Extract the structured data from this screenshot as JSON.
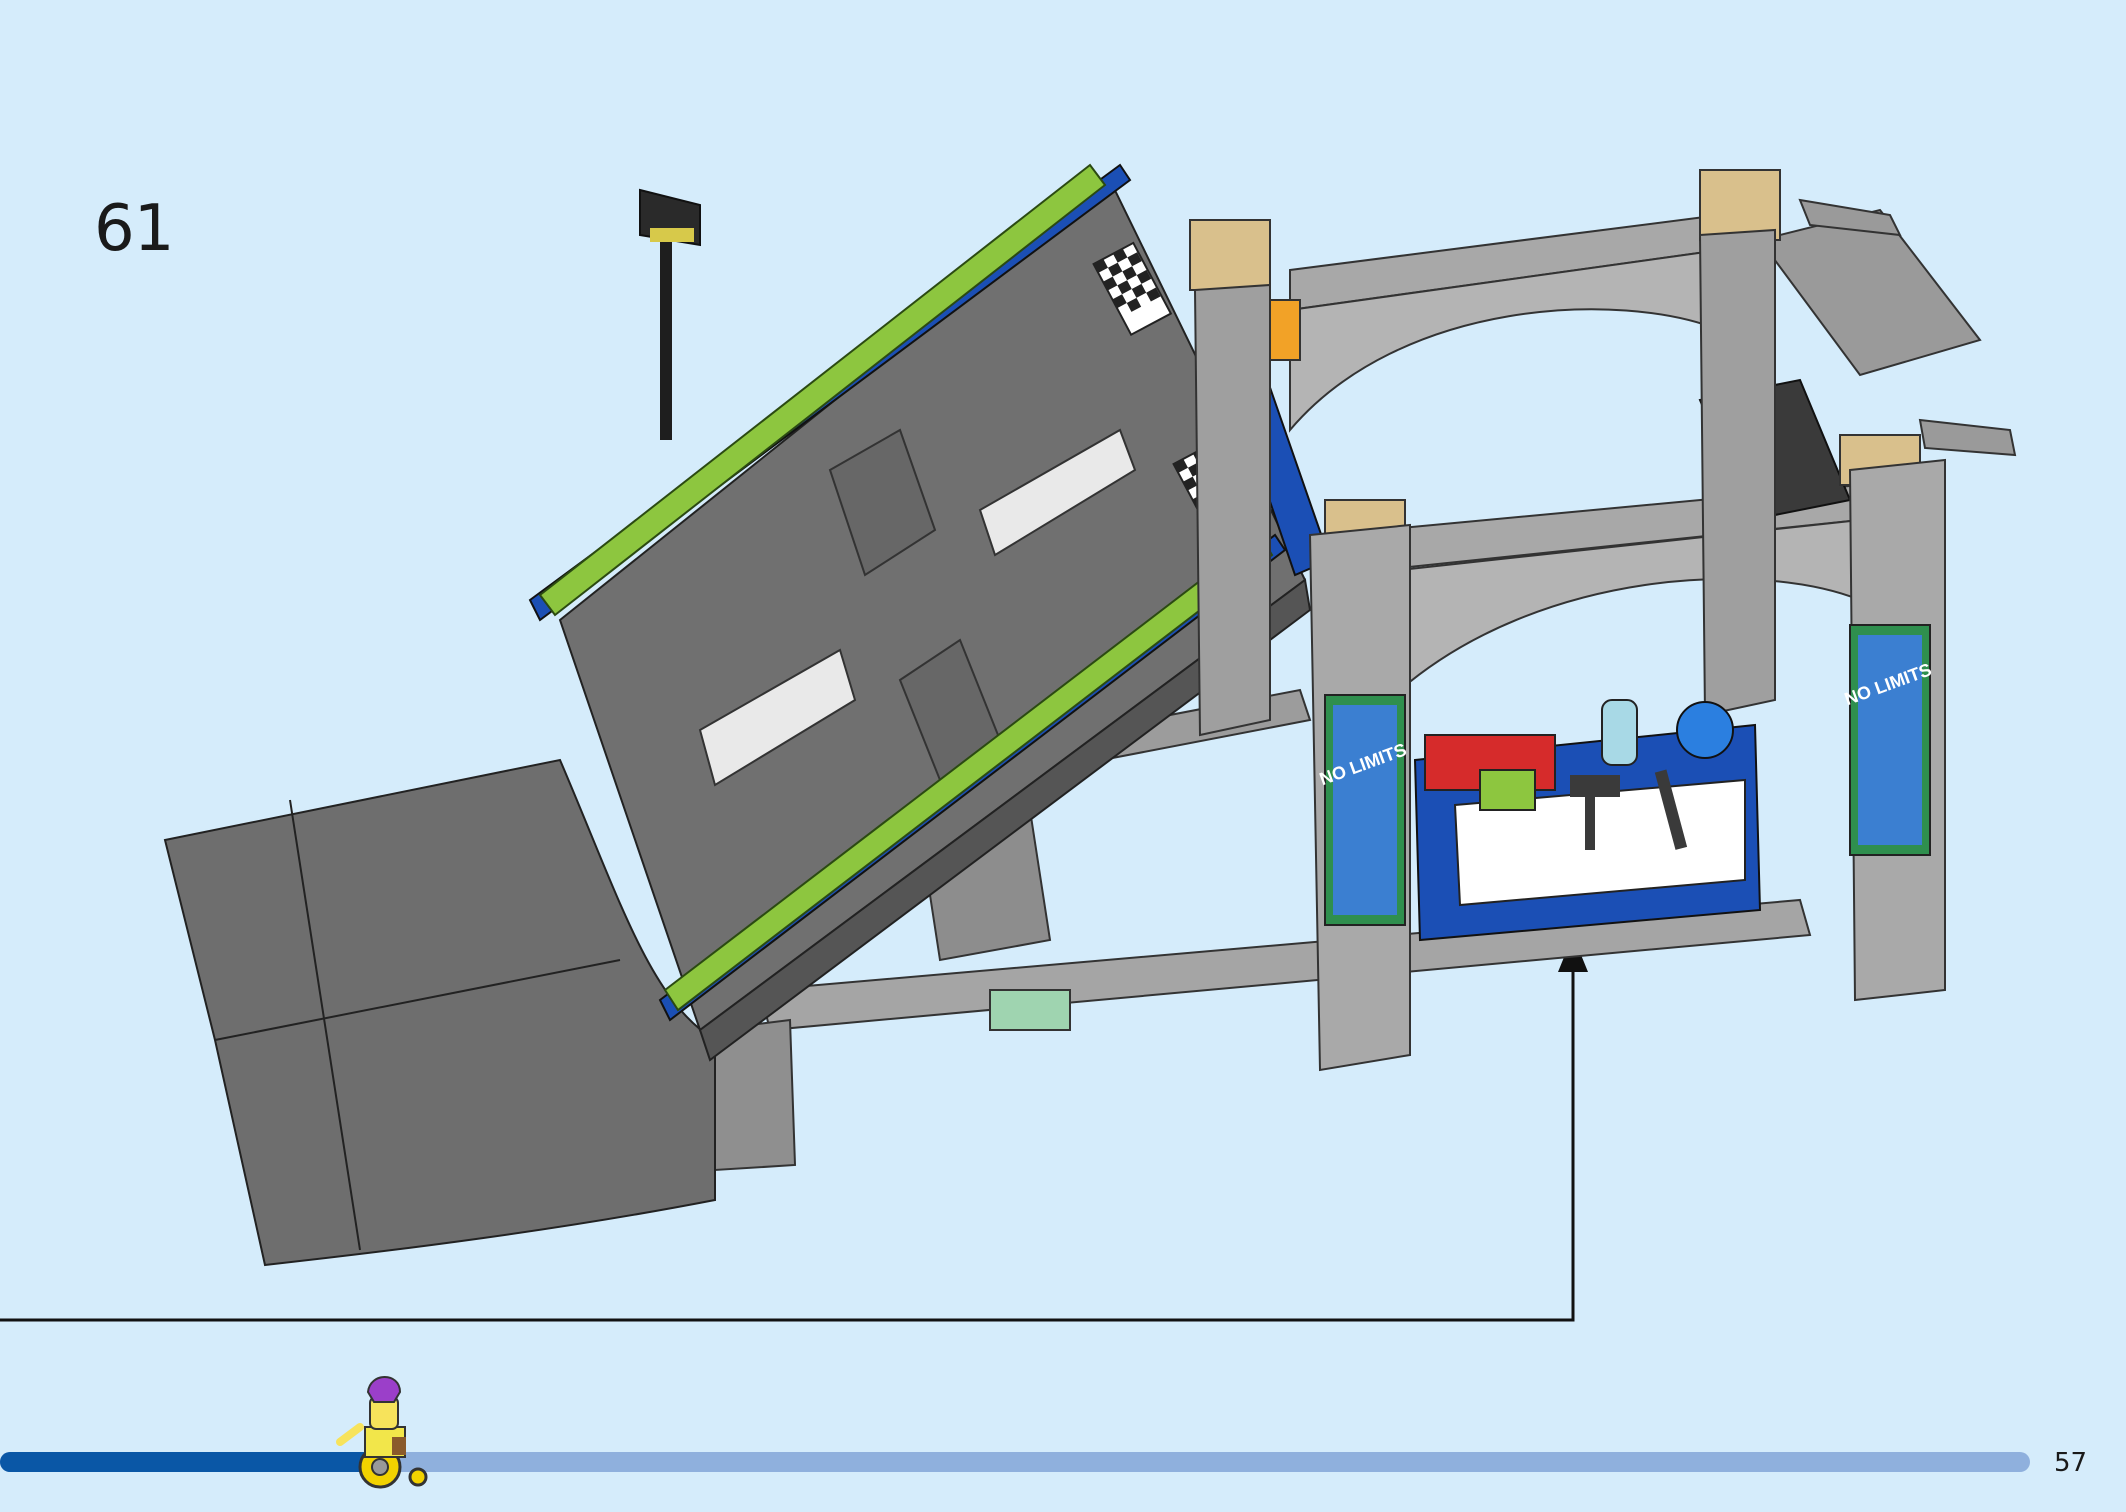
{
  "step": {
    "number": "61"
  },
  "page": {
    "number": "57"
  },
  "progress": {
    "fraction": 0.19
  },
  "colors": {
    "background": "#d5ecfb",
    "progress_fill": "#0a57a6",
    "progress_track": "#8fb0dd",
    "ramp_dark_gray": "#6b6b6b",
    "light_gray": "#a9a9a9",
    "lime": "#8dc63f",
    "blue": "#1b4fb5",
    "tan": "#d9c08c",
    "red": "#d62b2b"
  },
  "illustration": {
    "subject": "ramp-and-gate-build-model",
    "tiles": [
      {
        "icon": "no-limits-tile-icon",
        "text": "NO LIMITS"
      },
      {
        "icon": "no-limits-tile-icon",
        "text": "NO LIMITS"
      }
    ],
    "callout": "arrow-up-icon"
  },
  "mascot": {
    "icon": "minifigure-wheelchair-icon"
  }
}
